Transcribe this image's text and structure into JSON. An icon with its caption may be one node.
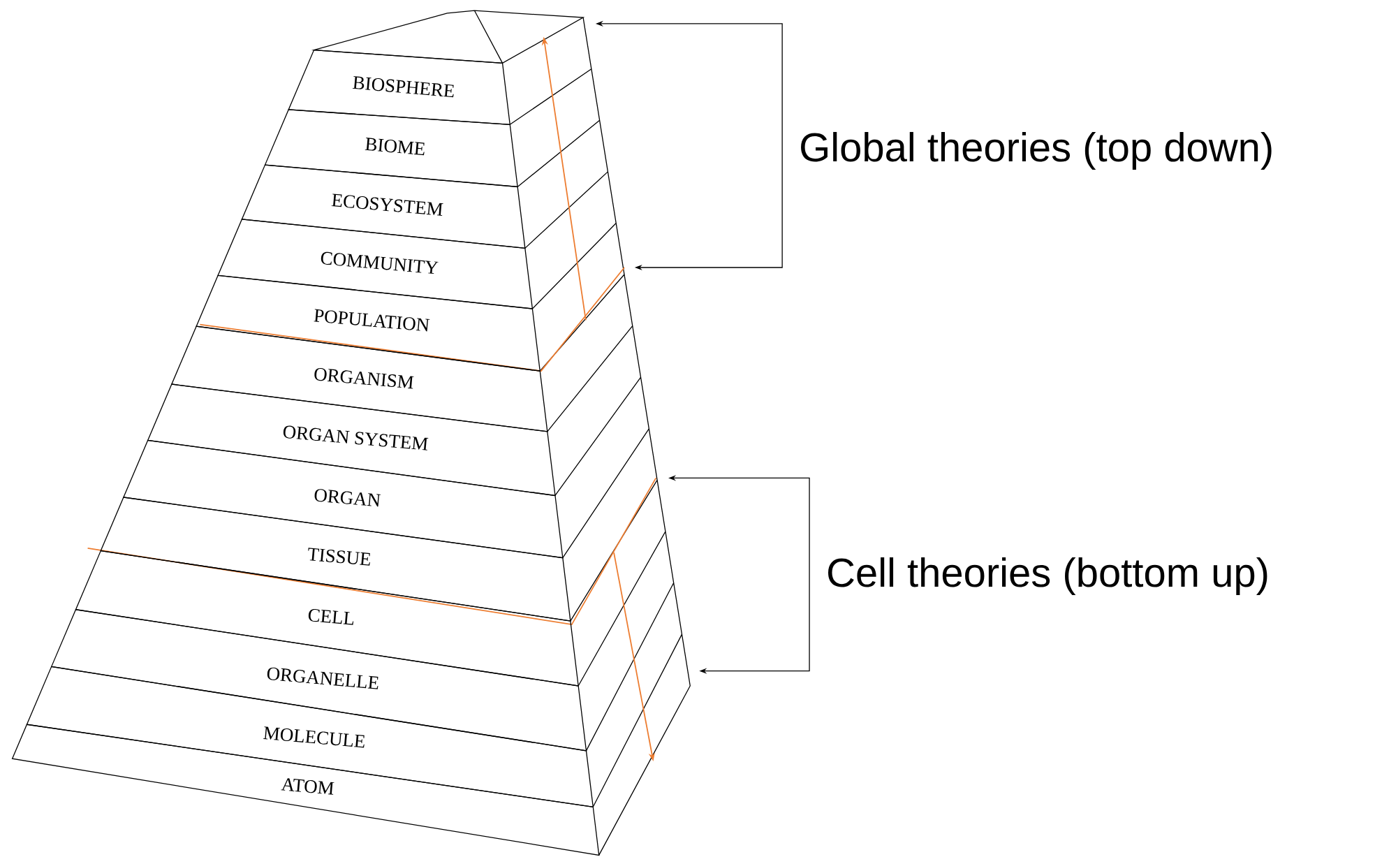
{
  "diagram": {
    "nodes": [
      {
        "text": [],
        "shape": "pyramid"
      },
      {
        "text": [
          "BIOSPHERE"
        ],
        "in": 0
      },
      {
        "text": [
          "BIOME"
        ],
        "in": 0
      },
      {
        "text": [
          "ECOSYSTEM"
        ],
        "in": 0
      },
      {
        "text": [
          "COMMUNITY"
        ],
        "in": 0
      },
      {
        "text": [
          "POPULATION"
        ],
        "in": 0
      },
      {
        "text": [
          "ORGANISM"
        ],
        "in": 0
      },
      {
        "text": [
          "ORGAN SYSTEM"
        ],
        "in": 0
      },
      {
        "text": [
          "ORGAN"
        ],
        "in": 0
      },
      {
        "text": [
          "TISSUE"
        ],
        "in": 0
      },
      {
        "text": [
          "CELL"
        ],
        "in": 0
      },
      {
        "text": [
          "ORGANELLE"
        ],
        "in": 0
      },
      {
        "text": [
          "MOLECULE"
        ],
        "in": 0
      },
      {
        "text": [
          "ATOM"
        ],
        "in": 0
      },
      {
        "text": [
          "Global theories (top down)"
        ]
      },
      {
        "text": [
          "Cell theories (bottom up)"
        ]
      }
    ],
    "edges": [
      {
        "from": 14,
        "to": 0,
        "arrow": "to"
      },
      {
        "from": 14,
        "to": 0,
        "arrow": "to"
      },
      {
        "from": 15,
        "to": 0,
        "arrow": "to"
      },
      {
        "from": 15,
        "to": 0,
        "arrow": "to"
      }
    ]
  }
}
